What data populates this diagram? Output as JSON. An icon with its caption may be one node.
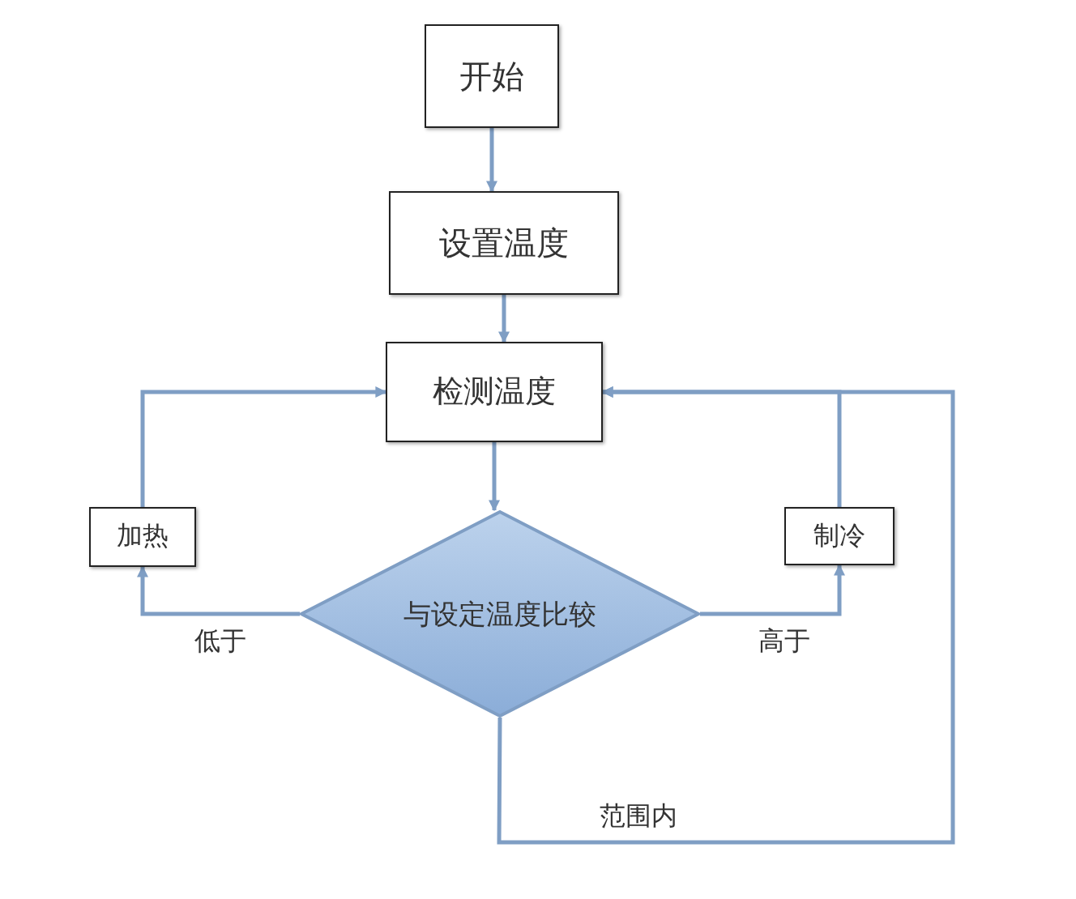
{
  "diagram": {
    "nodes": [
      {
        "text": [
          "开始"
        ]
      },
      {
        "text": [
          "设置温度"
        ]
      },
      {
        "text": [
          "检测温度"
        ]
      },
      {
        "text": [
          "加热"
        ]
      },
      {
        "text": [
          "制冷"
        ]
      },
      {
        "text": [
          "与设定温度比较"
        ]
      }
    ],
    "edges": [
      {
        "from": 0,
        "to": 1,
        "arrow": "to"
      },
      {
        "from": 1,
        "to": 2,
        "arrow": "to"
      },
      {
        "from": 2,
        "to": 5,
        "arrow": "to"
      },
      {
        "from": 5,
        "to": 3,
        "arrow": "to",
        "label": "低于"
      },
      {
        "from": 5,
        "to": 4,
        "arrow": "to",
        "label": "高于"
      },
      {
        "from": 3,
        "to": 2,
        "arrow": "to"
      },
      {
        "from": 4,
        "to": 2,
        "arrow": "to"
      },
      {
        "from": 5,
        "to": 2,
        "arrow": "to",
        "label": "范围内"
      }
    ]
  }
}
